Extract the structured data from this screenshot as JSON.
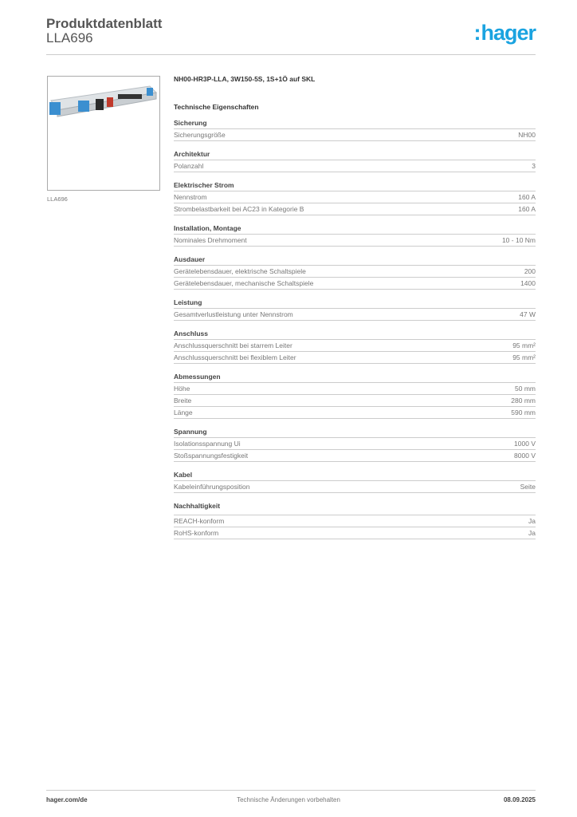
{
  "header": {
    "title": "Produktdatenblatt",
    "article": "LLA696",
    "logo": "hager",
    "logo_color": "#1aa3e0"
  },
  "product": {
    "image_caption": "LLA696",
    "name": "NH00-HR3P-LLA, 3W150-5S, 1S+1Ö auf SKL",
    "tech_heading": "Technische Eigenschaften"
  },
  "sections": [
    {
      "title": "Sicherung",
      "rows": [
        [
          "Sicherungsgröße",
          "NH00"
        ]
      ]
    },
    {
      "title": "Architektur",
      "rows": [
        [
          "Polanzahl",
          "3"
        ]
      ]
    },
    {
      "title": "Elektrischer Strom",
      "rows": [
        [
          "Nennstrom",
          "160 A"
        ],
        [
          "Strombelastbarkeit bei AC23 in Kategorie B",
          "160 A"
        ]
      ]
    },
    {
      "title": "Installation, Montage",
      "rows": [
        [
          "Nominales Drehmoment",
          "10 - 10 Nm"
        ]
      ]
    },
    {
      "title": "Ausdauer",
      "rows": [
        [
          "Gerätelebensdauer, elektrische Schaltspiele",
          "200"
        ],
        [
          "Gerätelebensdauer, mechanische Schaltspiele",
          "1400"
        ]
      ]
    },
    {
      "title": "Leistung",
      "rows": [
        [
          "Gesamtverlustleistung unter Nennstrom",
          "47 W"
        ]
      ]
    },
    {
      "title": "Anschluss",
      "rows": [
        [
          "Anschlussquerschnitt bei starrem Leiter",
          "95 mm²"
        ],
        [
          "Anschlussquerschnitt bei flexiblem Leiter",
          "95 mm²"
        ]
      ]
    },
    {
      "title": "Abmessungen",
      "rows": [
        [
          "Höhe",
          "50 mm"
        ],
        [
          "Breite",
          "280 mm"
        ],
        [
          "Länge",
          "590 mm"
        ]
      ]
    },
    {
      "title": "Spannung",
      "rows": [
        [
          "Isolationsspannung Ui",
          "1000 V"
        ],
        [
          "Stoßspannungsfestigkeit",
          "8000 V"
        ]
      ]
    },
    {
      "title": "Kabel",
      "rows": [
        [
          "Kabeleinführungsposition",
          "Seite"
        ]
      ]
    },
    {
      "title": "Nachhaltigkeit",
      "rows": [
        [
          "REACH-konform",
          "Ja"
        ],
        [
          "RoHS-konform",
          "Ja"
        ]
      ]
    }
  ],
  "footer": {
    "website": "hager.com/de",
    "note": "Technische Änderungen vorbehalten",
    "date": "08.09.2025"
  }
}
